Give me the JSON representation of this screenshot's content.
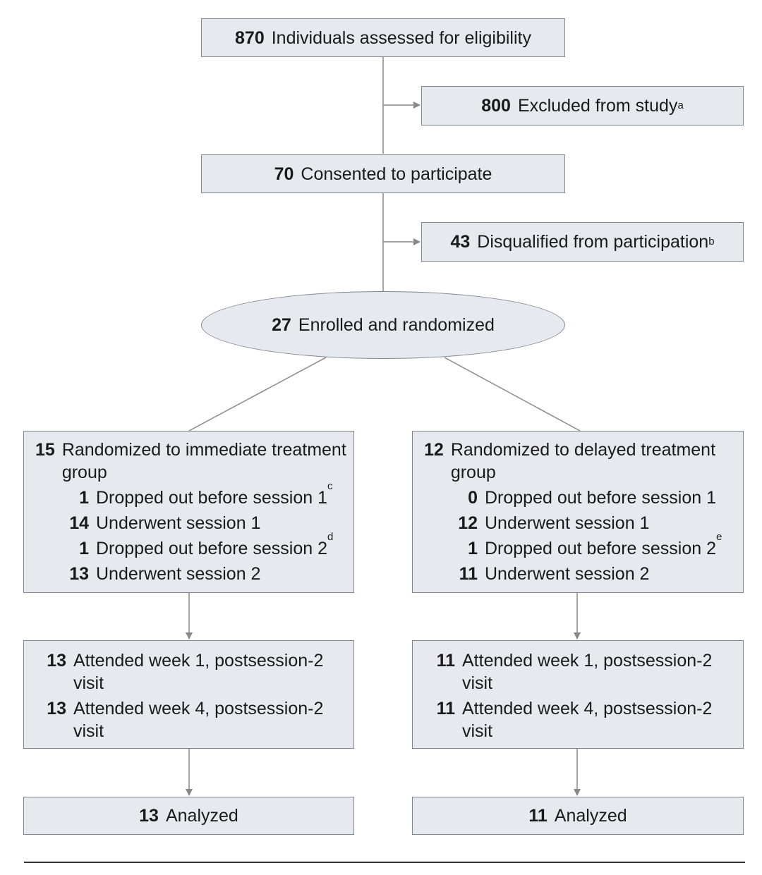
{
  "assessed": {
    "n": "870",
    "label": "Individuals assessed for eligibility"
  },
  "excluded": {
    "n": "800",
    "label": "Excluded from study",
    "note": "a"
  },
  "consented": {
    "n": "70",
    "label": "Consented to participate"
  },
  "disqualified": {
    "n": "43",
    "label": "Disqualified from participation",
    "note": "b"
  },
  "enrolled": {
    "n": "27",
    "label": "Enrolled and randomized"
  },
  "immediate": {
    "n": "15",
    "label": "Randomized to immediate treatment group",
    "steps": [
      {
        "n": "1",
        "label": "Dropped out before session 1",
        "note": "c"
      },
      {
        "n": "14",
        "label": "Underwent session 1",
        "note": ""
      },
      {
        "n": "1",
        "label": "Dropped out before session 2",
        "note": "d"
      },
      {
        "n": "13",
        "label": "Underwent session 2",
        "note": ""
      }
    ],
    "followup": [
      {
        "n": "13",
        "label": "Attended week 1, postsession-2 visit"
      },
      {
        "n": "13",
        "label": "Attended week 4, postsession-2 visit"
      }
    ],
    "analyzed": {
      "n": "13",
      "label": "Analyzed"
    }
  },
  "delayed": {
    "n": "12",
    "label": "Randomized to delayed treatment group",
    "steps": [
      {
        "n": "0",
        "label": "Dropped out before session 1",
        "note": ""
      },
      {
        "n": "12",
        "label": "Underwent session 1",
        "note": ""
      },
      {
        "n": "1",
        "label": "Dropped out before session 2",
        "note": "e"
      },
      {
        "n": "11",
        "label": "Underwent session 2",
        "note": ""
      }
    ],
    "followup": [
      {
        "n": "11",
        "label": "Attended week 1, postsession-2 visit"
      },
      {
        "n": "11",
        "label": "Attended week 4, postsession-2 visit"
      }
    ],
    "analyzed": {
      "n": "11",
      "label": "Analyzed"
    }
  },
  "colors": {
    "box_fill": "#e6eaee",
    "box_border": "#7d8791",
    "line": "#888888"
  }
}
